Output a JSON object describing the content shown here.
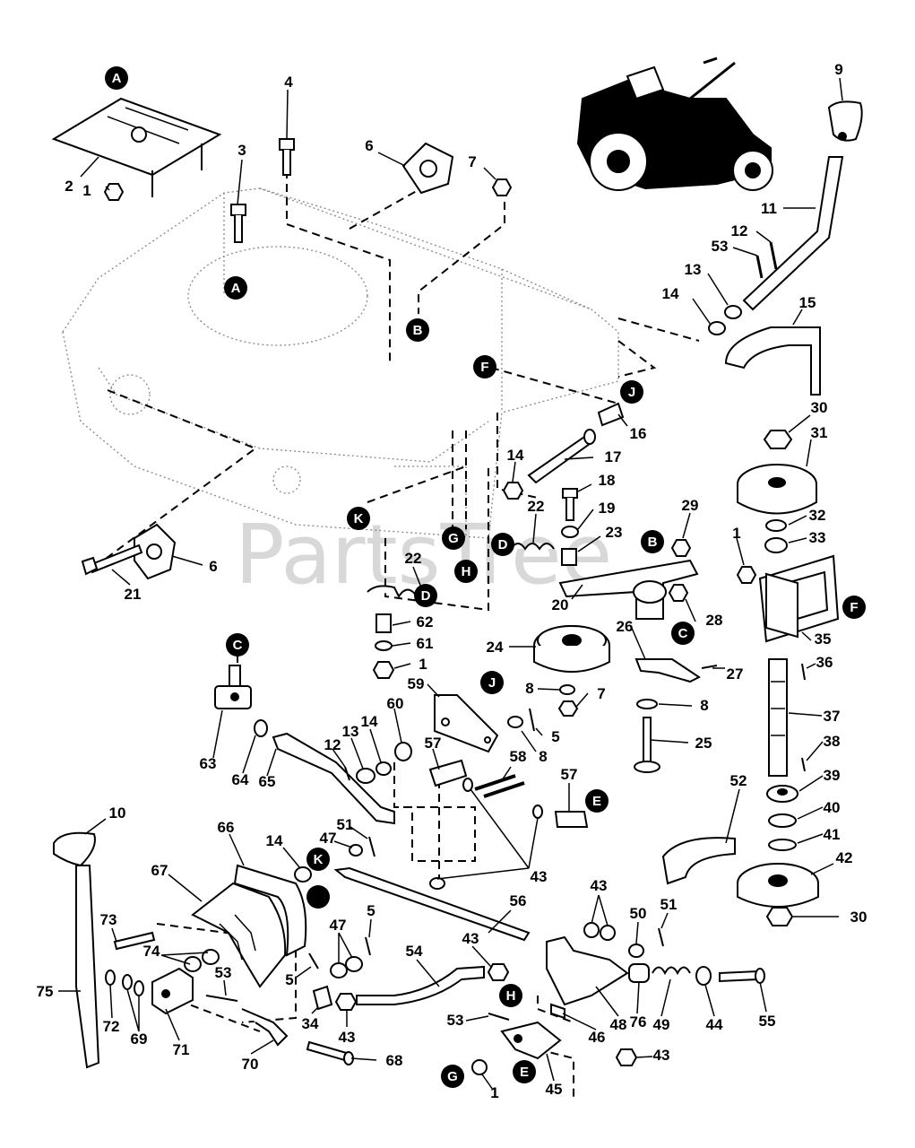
{
  "watermark": "PartsTree",
  "callouts": [
    "A",
    "A",
    "B",
    "B",
    "C",
    "C",
    "D",
    "D",
    "E",
    "E",
    "F",
    "F",
    "G",
    "G",
    "H",
    "H",
    "J",
    "J",
    "K",
    "K"
  ],
  "part_numbers": [
    "1",
    "2",
    "3",
    "4",
    "6",
    "7",
    "9",
    "11",
    "12",
    "53",
    "13",
    "14",
    "15",
    "F",
    "J",
    "16",
    "17",
    "14",
    "18",
    "19",
    "22",
    "23",
    "29",
    "30",
    "31",
    "32",
    "33",
    "1",
    "21",
    "6",
    "22",
    "62",
    "61",
    "1",
    "20",
    "24",
    "26",
    "27",
    "28",
    "8",
    "25",
    "8",
    "7",
    "5",
    "8",
    "59",
    "60",
    "63",
    "64",
    "65",
    "12",
    "13",
    "14",
    "35",
    "36",
    "37",
    "38",
    "39",
    "40",
    "41",
    "42",
    "30",
    "52",
    "57",
    "58",
    "57",
    "43",
    "10",
    "66",
    "14",
    "67",
    "73",
    "74",
    "53",
    "75",
    "72",
    "69",
    "71",
    "70",
    "34",
    "43",
    "68",
    "51",
    "47",
    "5",
    "5",
    "47",
    "56",
    "54",
    "43",
    "43",
    "50",
    "51",
    "48",
    "76",
    "49",
    "44",
    "55",
    "53",
    "46",
    "1",
    "45",
    "43"
  ],
  "colors": {
    "ink": "#000000",
    "paper": "#ffffff",
    "watermark": "#d8d8d8"
  }
}
